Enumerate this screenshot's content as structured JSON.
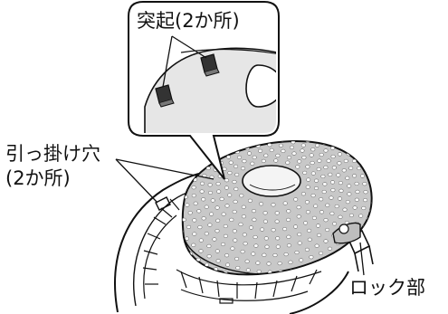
{
  "labels": {
    "protrusions": "突起(2か所)",
    "hook_holes_line1": "引っ掛け穴",
    "hook_holes_line2": "(2か所)",
    "lock_part": "ロック部"
  },
  "colors": {
    "line": "#111111",
    "cover_fill": "#c8c8c8",
    "dot": "#ffffff",
    "zoom_fill": "#e6e6e6"
  }
}
